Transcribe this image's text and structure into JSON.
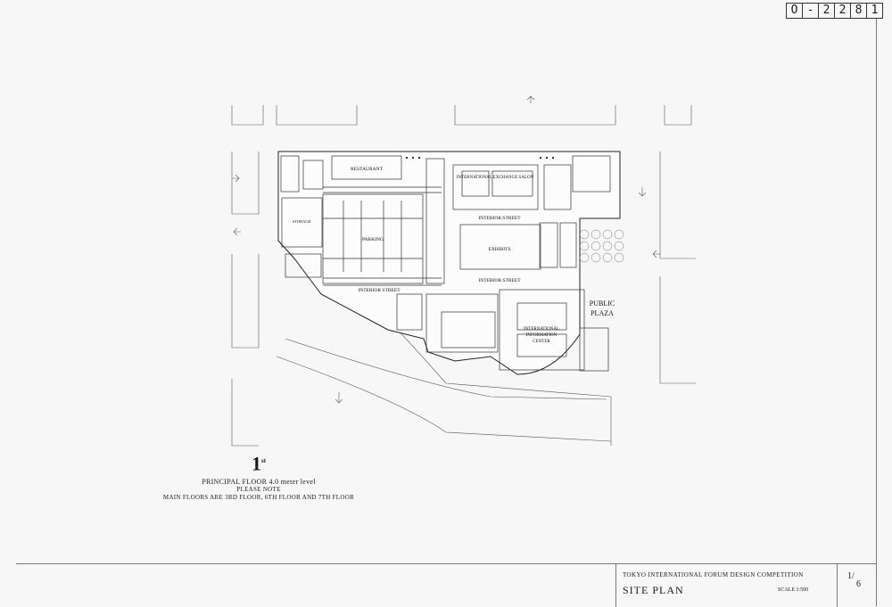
{
  "sheet": {
    "id_chars": [
      "O",
      "-",
      "2",
      "2",
      "8",
      "1"
    ]
  },
  "plan": {
    "labels": {
      "restaurant": "RESTAURANT",
      "intl_exchange": "INTERNATIONAL EXCHANGE SALON",
      "exhibits": "EXHIBITS",
      "interior_street_upper": "INTERIOR STREET",
      "interior_street_mid": "INTERIOR STREET",
      "interior_street_lower": "INTERIOR STREET",
      "public_plaza_1": "PUBLIC",
      "public_plaza_2": "PLAZA",
      "information_center_1": "INTERNATIONAL",
      "information_center_2": "INFORMATION",
      "information_center_3": "CENTER",
      "parking": "PARKING",
      "storage": "STORAGE"
    }
  },
  "legend": {
    "floor_number": "1",
    "floor_suffix": "st",
    "principal": "PRINCIPAL FLOOR  4.0 meter level",
    "note_title": "PLEASE NOTE",
    "note_text": "MAIN FLOORS ARE 3RD FLOOR, 6TH FLOOR AND 7TH FLOOR"
  },
  "title_block": {
    "competition": "TOKYO INTERNATIONAL FORUM DESIGN COMPETITION",
    "drawing_title": "SITE PLAN",
    "scale": "SCALE 1:500",
    "page_num": "1",
    "page_den": "6"
  }
}
